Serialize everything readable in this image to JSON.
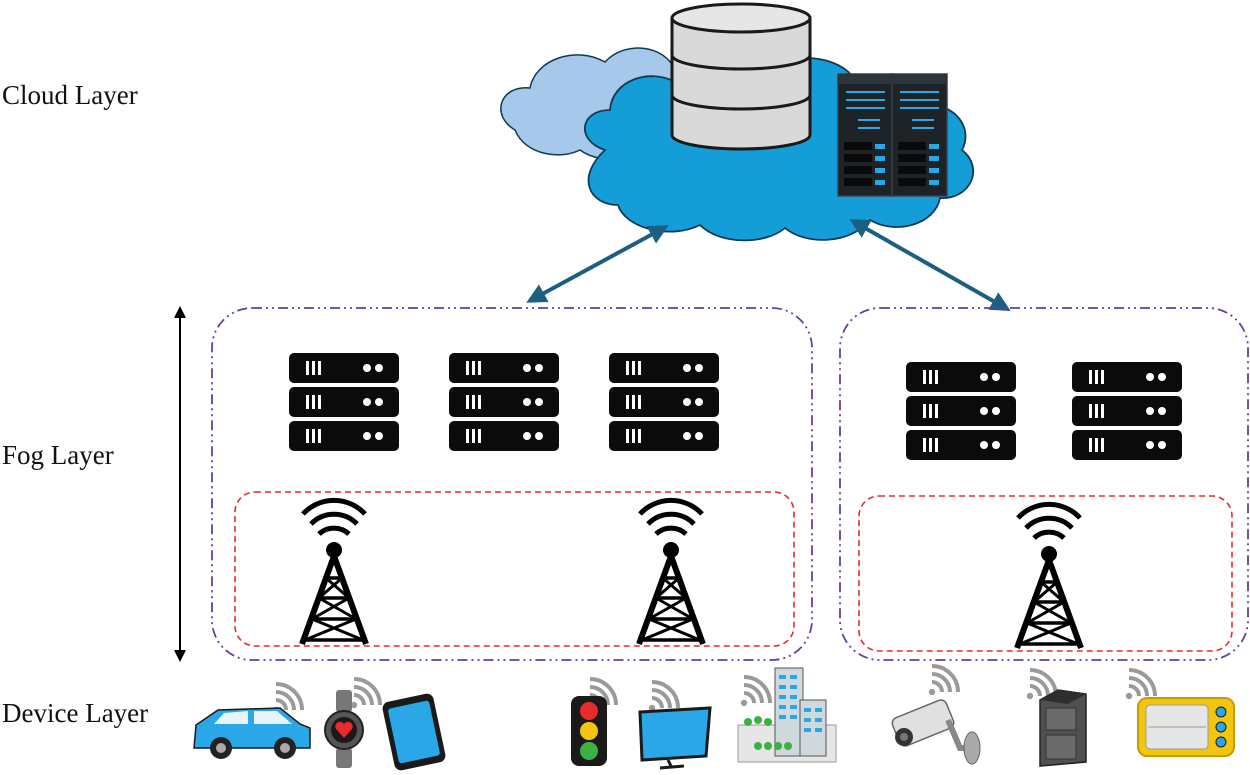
{
  "layers": {
    "cloud": "Cloud Layer",
    "fog": "Fog Layer",
    "device": "Device Layer"
  },
  "colors": {
    "cloud_main": "#149dd6",
    "cloud_back": "#a6c8ea",
    "cloud_outline": "#0f3a52",
    "arrow": "#1c5f80",
    "fog_boundary": "#6a3d9a",
    "access_boundary": "#e52b2b",
    "server": "#0b0b0b",
    "device_blue": "#2aa7e6",
    "wifi": "#9a9a9a"
  },
  "icons": {
    "database": "database-icon",
    "cloud_rack": "server-rack-icon",
    "fog_server": "server-stack-icon",
    "tower": "cell-tower-icon",
    "devices": [
      "car-icon",
      "smartwatch-icon",
      "smartphone-icon",
      "traffic-light-icon",
      "monitor-icon",
      "smart-building-icon",
      "security-camera-icon",
      "smart-fridge-icon",
      "smart-tv-icon"
    ]
  }
}
